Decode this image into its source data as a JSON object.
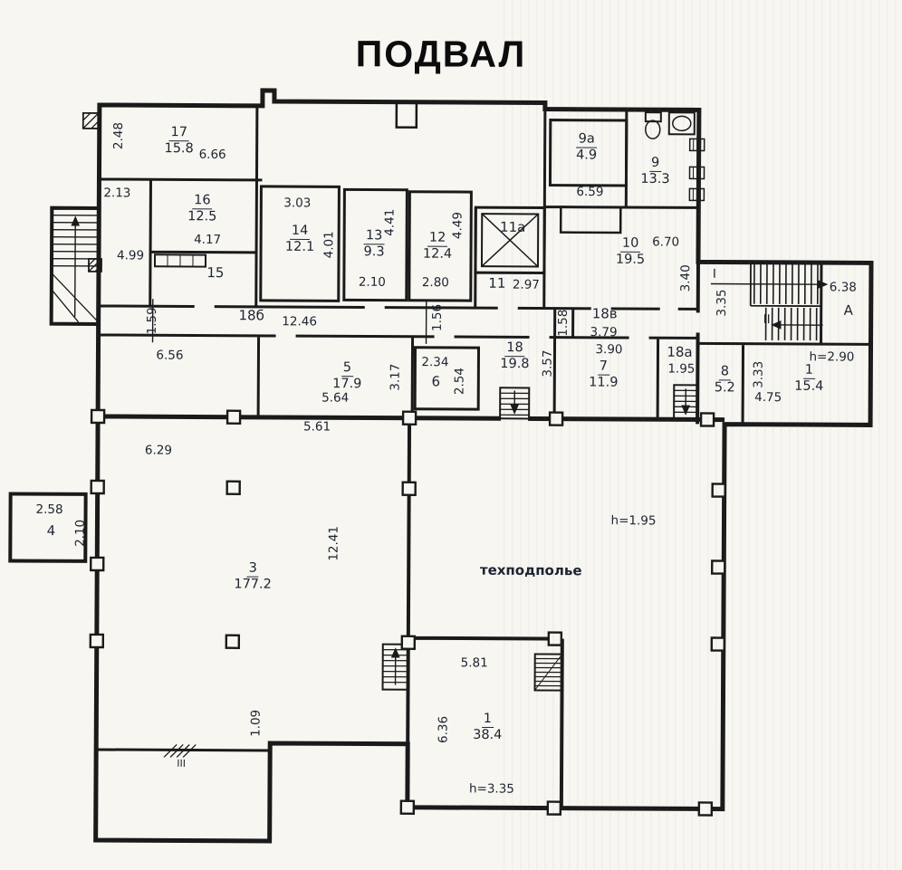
{
  "title": "ПОДВАЛ",
  "rooms": {
    "r17": {
      "num": "17",
      "area": "15.8"
    },
    "r16": {
      "num": "16",
      "area": "12.5"
    },
    "r14": {
      "num": "14",
      "area": "12.1"
    },
    "r13": {
      "num": "13",
      "area": "9.3"
    },
    "r12": {
      "num": "12",
      "area": "12.4"
    },
    "r9a": {
      "num": "9а",
      "area": "4.9"
    },
    "r9": {
      "num": "9",
      "area": "13.3"
    },
    "r10": {
      "num": "10",
      "area": "19.5"
    },
    "r5": {
      "num": "5",
      "area": "17.9"
    },
    "r18": {
      "num": "18",
      "area": "19.8"
    },
    "r7": {
      "num": "7",
      "area": "11.9"
    },
    "r8": {
      "num": "8",
      "area": "5.2"
    },
    "r1_stair": {
      "num": "1",
      "area": "15.4"
    },
    "r3": {
      "num": "3",
      "area": "177.2"
    },
    "r1_big": {
      "num": "1",
      "area": "38.4"
    }
  },
  "room_names": {
    "n15": "15",
    "n11a": "11а",
    "n11": "11",
    "n6": "6",
    "n4": "4",
    "nA": "А",
    "nI": "I",
    "nII": "II",
    "nIII": "III",
    "n18b": "18б",
    "n18v": "18в",
    "n18a": "18а",
    "tech": "техподполье"
  },
  "dims_h": {
    "d6_66": "6.66",
    "d4_17": "4.17",
    "d3_03": "3.03",
    "d2_10": "2.10",
    "d2_80": "2.80",
    "d2_97": "2.97",
    "d6_59": "6.59",
    "d6_70": "6.70",
    "d6_38": "6.38",
    "dh2_90": "h=2.90",
    "d4_75": "4.75",
    "d12_46": "12.46",
    "d3_79": "3.79",
    "d3_90": "3.90",
    "d1_95": "1.95",
    "d6_56": "6.56",
    "d2_34": "2.34",
    "d5_64": "5.64",
    "d5_61": "5.61",
    "d6_29": "6.29",
    "d2_58": "2.58",
    "dh1_95": "h=1.95",
    "d5_81": "5.81",
    "dh3_35": "h=3.35",
    "d2_13": "2.13",
    "d4_99": "4.99"
  },
  "dims_v": {
    "d2_48": "2.48",
    "d4_01": "4.01",
    "d4_41": "4.41",
    "d4_49": "4.49",
    "d3_40": "3.40",
    "d3_35": "3.35",
    "d1_59": "1.59",
    "d1_56": "1.56",
    "d1_58": "1.58",
    "d3_17": "3.17",
    "d2_54": "2.54",
    "d3_57": "3.57",
    "d3_33": "3.33",
    "d2_10": "2.10",
    "d12_41": "12.41",
    "d6_36": "6.36",
    "d1_09": "1.09"
  },
  "colors": {
    "ink": "#1a1a1a",
    "paper": "#f7f6f1"
  }
}
